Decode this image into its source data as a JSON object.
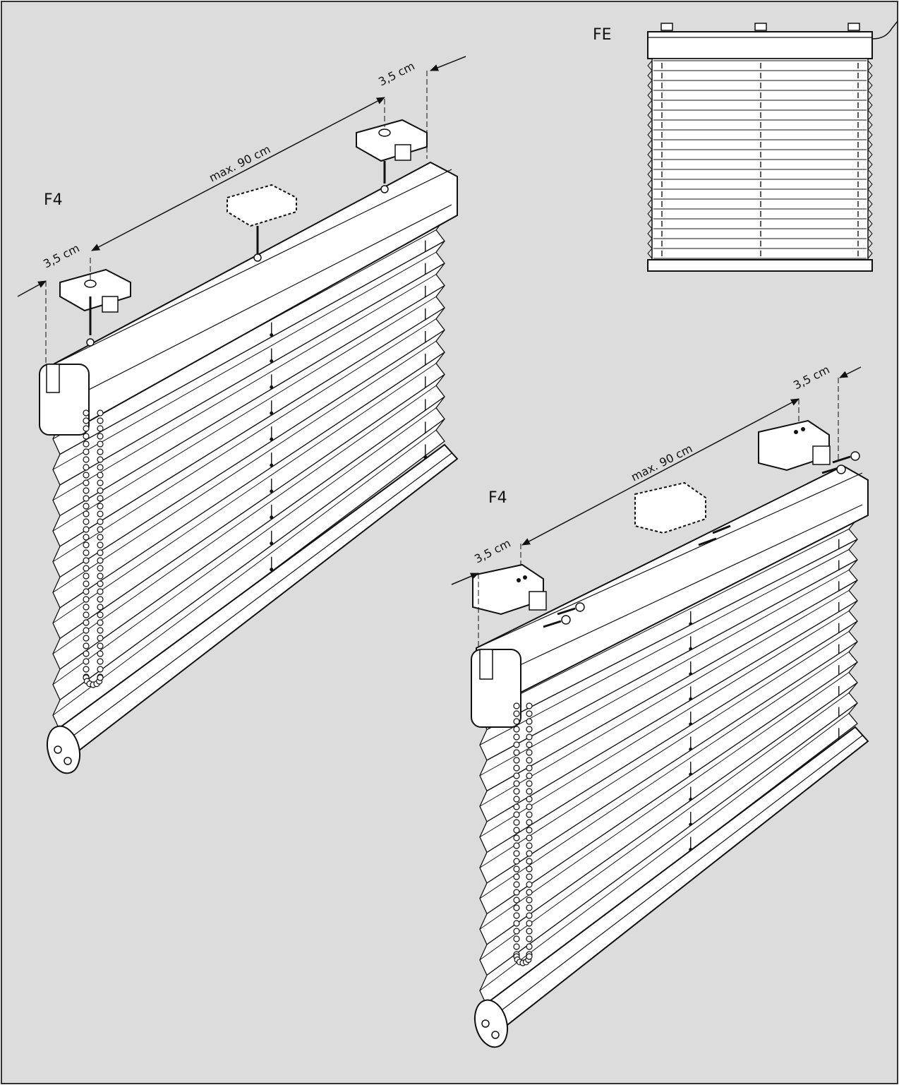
{
  "labels": {
    "fe": "FE",
    "f4_top": "F4",
    "f4_bottom": "F4"
  },
  "dimensions": {
    "edge_offset": "3,5 cm",
    "max_spacing": "max. 90 cm"
  },
  "colors": {
    "background": "#dcdcdc",
    "line": "#111111",
    "part": "#ffffff",
    "frame": "#333333"
  }
}
